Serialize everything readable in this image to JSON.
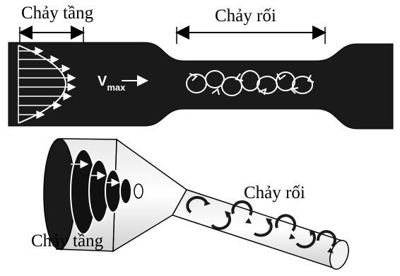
{
  "labels": {
    "laminar_top": "Chảy tầng",
    "turbulent_top": "Chảy rối",
    "turbulent_bottom": "Chảy rối",
    "laminar_bottom": "Chảy tầng",
    "vmax_main": "V",
    "vmax_sub": "max"
  },
  "colors": {
    "pipe": "#1a1a1a",
    "arrows": "#ffffff",
    "background": "#ffffff"
  }
}
